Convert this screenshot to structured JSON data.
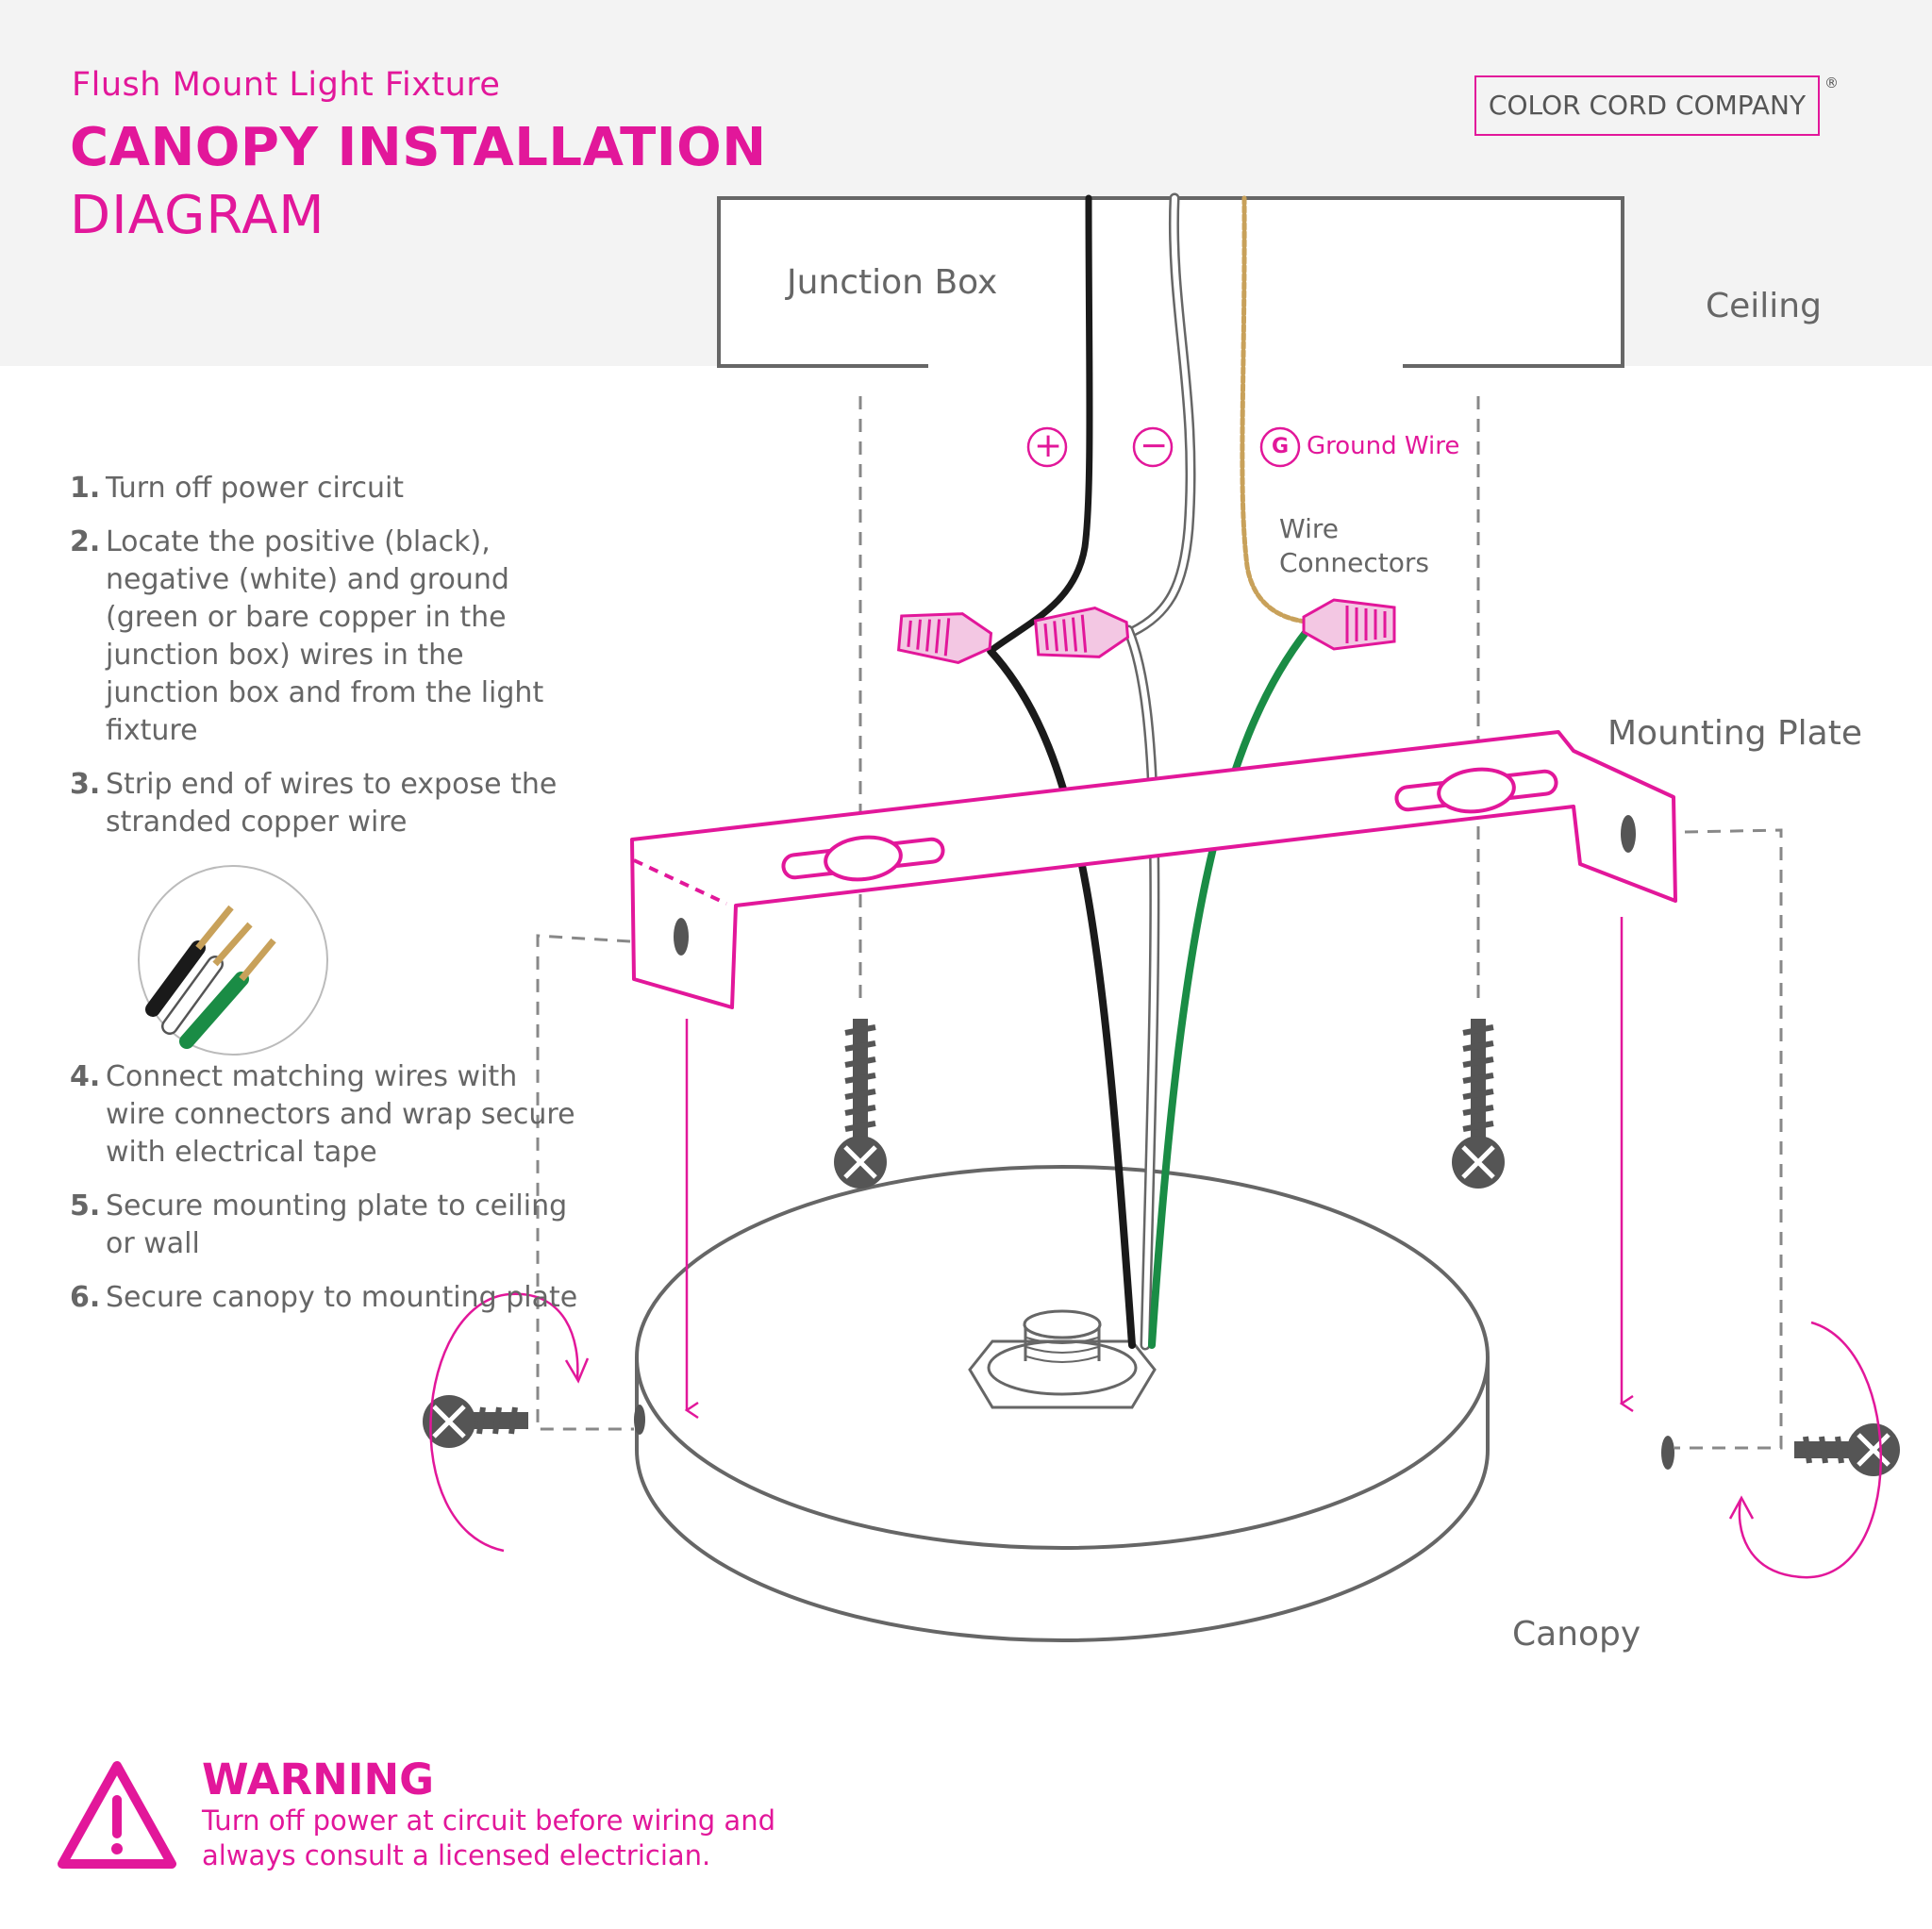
{
  "header": {
    "subtitle": "Flush Mount Light Fixture",
    "title": "CANOPY INSTALLATION",
    "title_line2": "DIAGRAM"
  },
  "brand": {
    "name": "COLOR CORD COMPANY",
    "mark": "®"
  },
  "labels": {
    "junction_box": "Junction Box",
    "ceiling": "Ceiling",
    "ground_wire": "Ground Wire",
    "wire_connectors_line1": "Wire",
    "wire_connectors_line2": "Connectors",
    "mounting_plate": "Mounting Plate",
    "canopy": "Canopy"
  },
  "wire_symbols": {
    "positive": "+",
    "negative": "−",
    "ground": "G"
  },
  "steps": [
    {
      "num": "1.",
      "text": "Turn off power circuit"
    },
    {
      "num": "2.",
      "text": "Locate the positive (black), negative (white) and ground (green or bare copper in the junction box) wires in the junction box and from the light fixture"
    },
    {
      "num": "3.",
      "text": "Strip end of wires to expose the stranded copper wire"
    },
    {
      "num": "4.",
      "text": "Connect matching wires with wire connectors and wrap secure with electrical tape"
    },
    {
      "num": "5.",
      "text": "Secure mounting plate to ceiling or wall"
    },
    {
      "num": "6.",
      "text": "Secure canopy to mounting plate"
    }
  ],
  "warning": {
    "title": "WARNING",
    "text": "Turn off power at circuit before wiring and always consult a licensed electrician."
  },
  "colors": {
    "accent": "#e2179a",
    "text_gray": "#666666",
    "ceiling_band": "#f3f3f3",
    "wire_black": "#1a1a1a",
    "wire_white": "#ffffff",
    "wire_ground": "#c8a15a",
    "wire_green": "#1a8c45",
    "hardware": "#555555"
  }
}
